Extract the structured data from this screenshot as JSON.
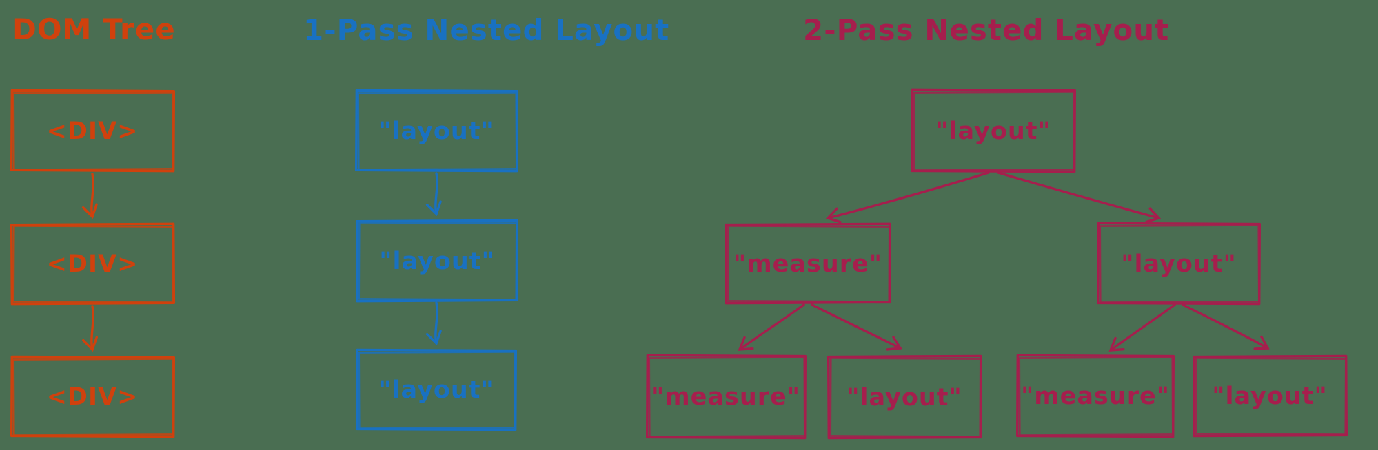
{
  "background": "#4A6E52",
  "sections": {
    "dom_tree": {
      "title": "DOM Tree",
      "color": "#D0410D",
      "nodes": [
        "<DIV>",
        "<DIV>",
        "<DIV>"
      ]
    },
    "one_pass": {
      "title": "1-Pass Nested Layout",
      "color": "#1971C2",
      "nodes": [
        "\"layout\"",
        "\"layout\"",
        "\"layout\""
      ]
    },
    "two_pass": {
      "title": "2-Pass Nested Layout",
      "color": "#A61E4D",
      "root": "\"layout\"",
      "level2": [
        "\"measure\"",
        "\"layout\""
      ],
      "level3": [
        "\"measure\"",
        "\"layout\"",
        "\"measure\"",
        "\"layout\""
      ]
    }
  }
}
